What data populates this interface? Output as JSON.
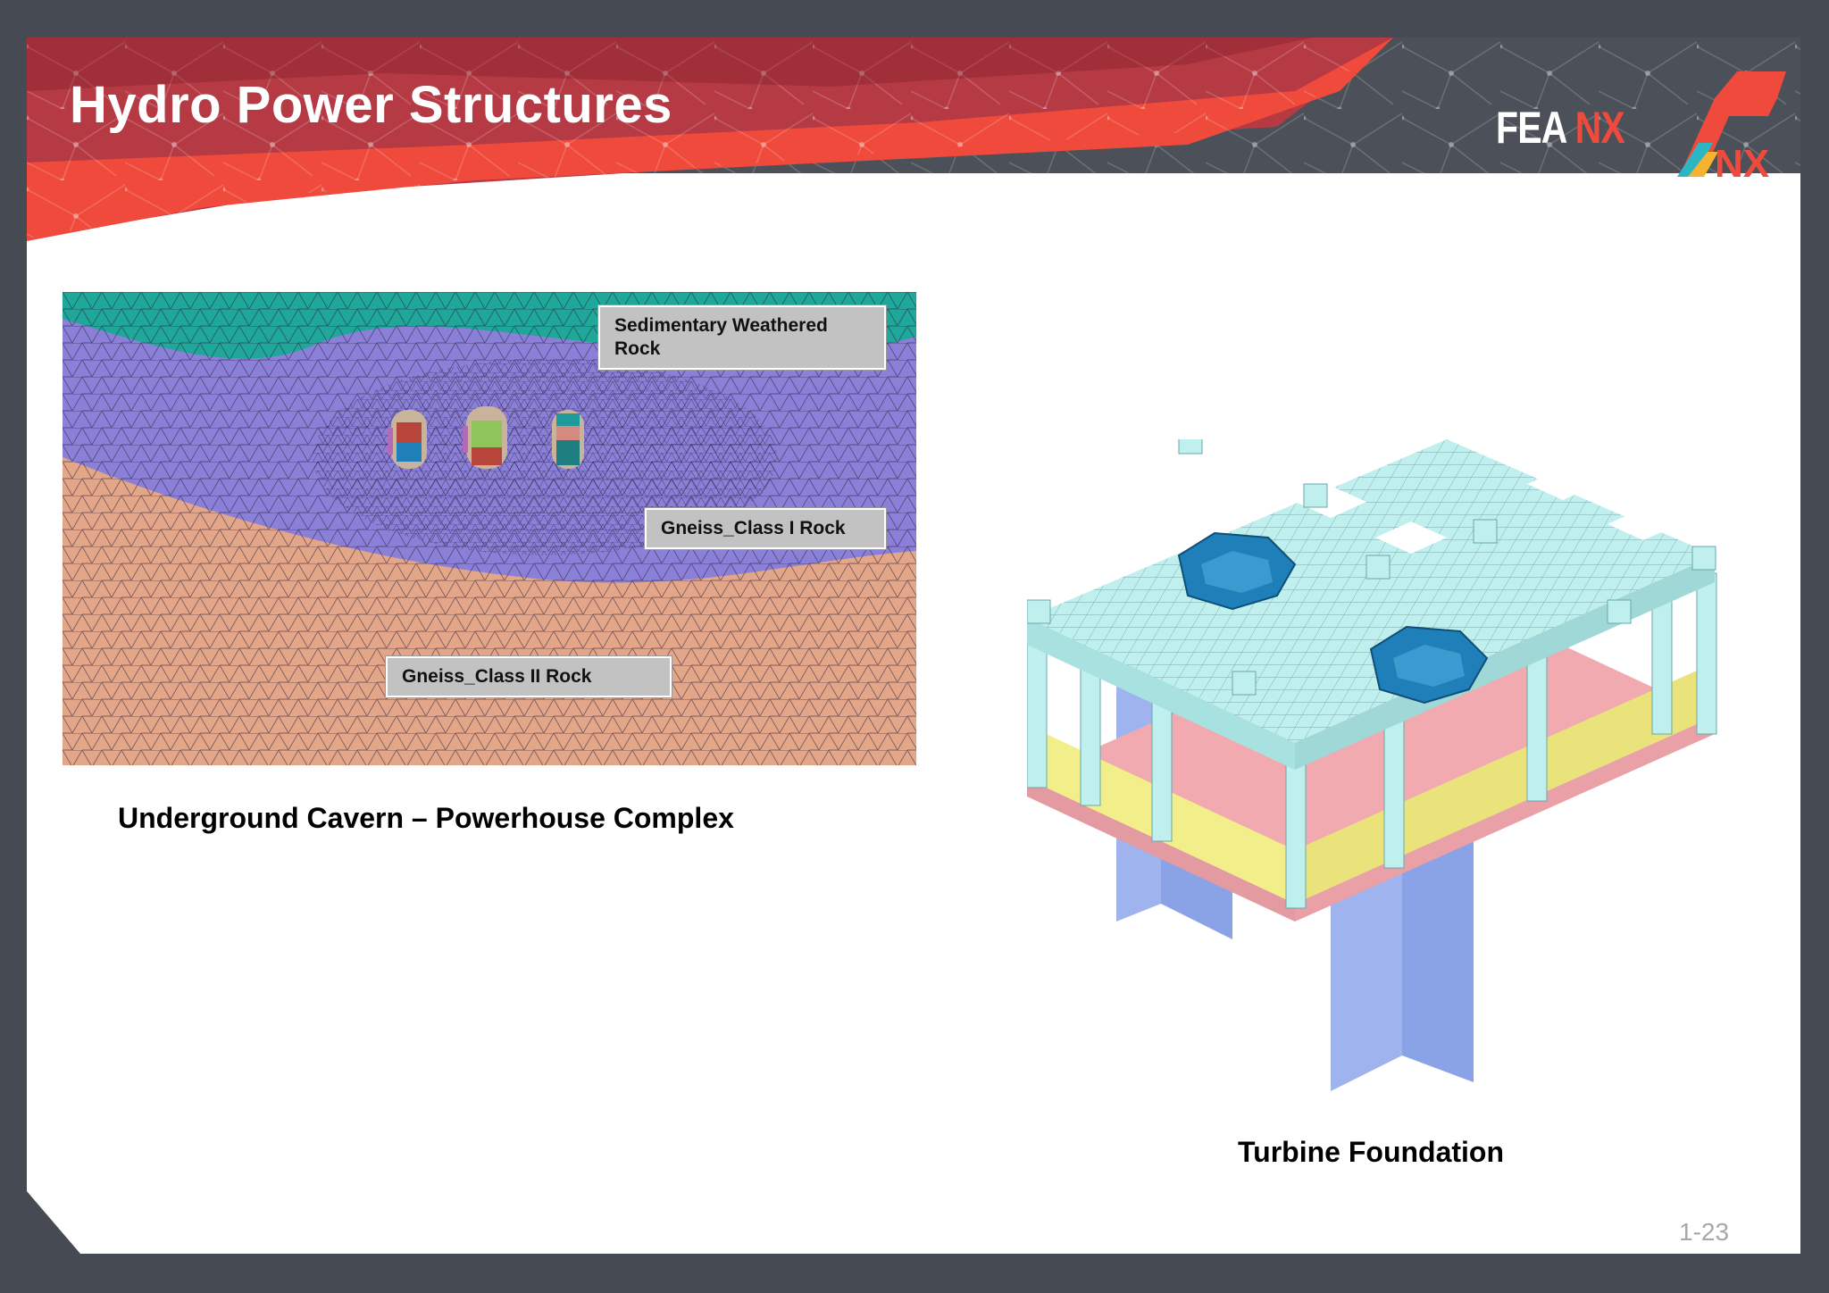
{
  "slide": {
    "title": "Hydro Power Structures",
    "logo_left": "FEA",
    "logo_right": "NX",
    "logo_mark_text": "NX",
    "page_number": "1-23"
  },
  "cavern": {
    "caption": "Underground Cavern – Powerhouse Complex",
    "labels": {
      "sedimentary": "Sedimentary Weathered Rock",
      "gneiss_1": "Gneiss_Class I Rock",
      "gneiss_2": "Gneiss_Class II Rock"
    }
  },
  "turbine": {
    "caption": "Turbine Foundation"
  },
  "colors": {
    "banner_red": "#c33a3f",
    "banner_orange": "#ef4a3c",
    "frame_gray": "#464b53",
    "sediment_teal": "#1fa89a",
    "gneiss1_purple": "#8b80d8",
    "gneiss2_salmon": "#e3a688",
    "turbine_top": "#bff0ee",
    "turbine_yellow": "#f2ee8a",
    "turbine_pink": "#f1aab0",
    "turbine_blue": "#9fb4ee",
    "turbine_pit": "#1f7fb8"
  }
}
